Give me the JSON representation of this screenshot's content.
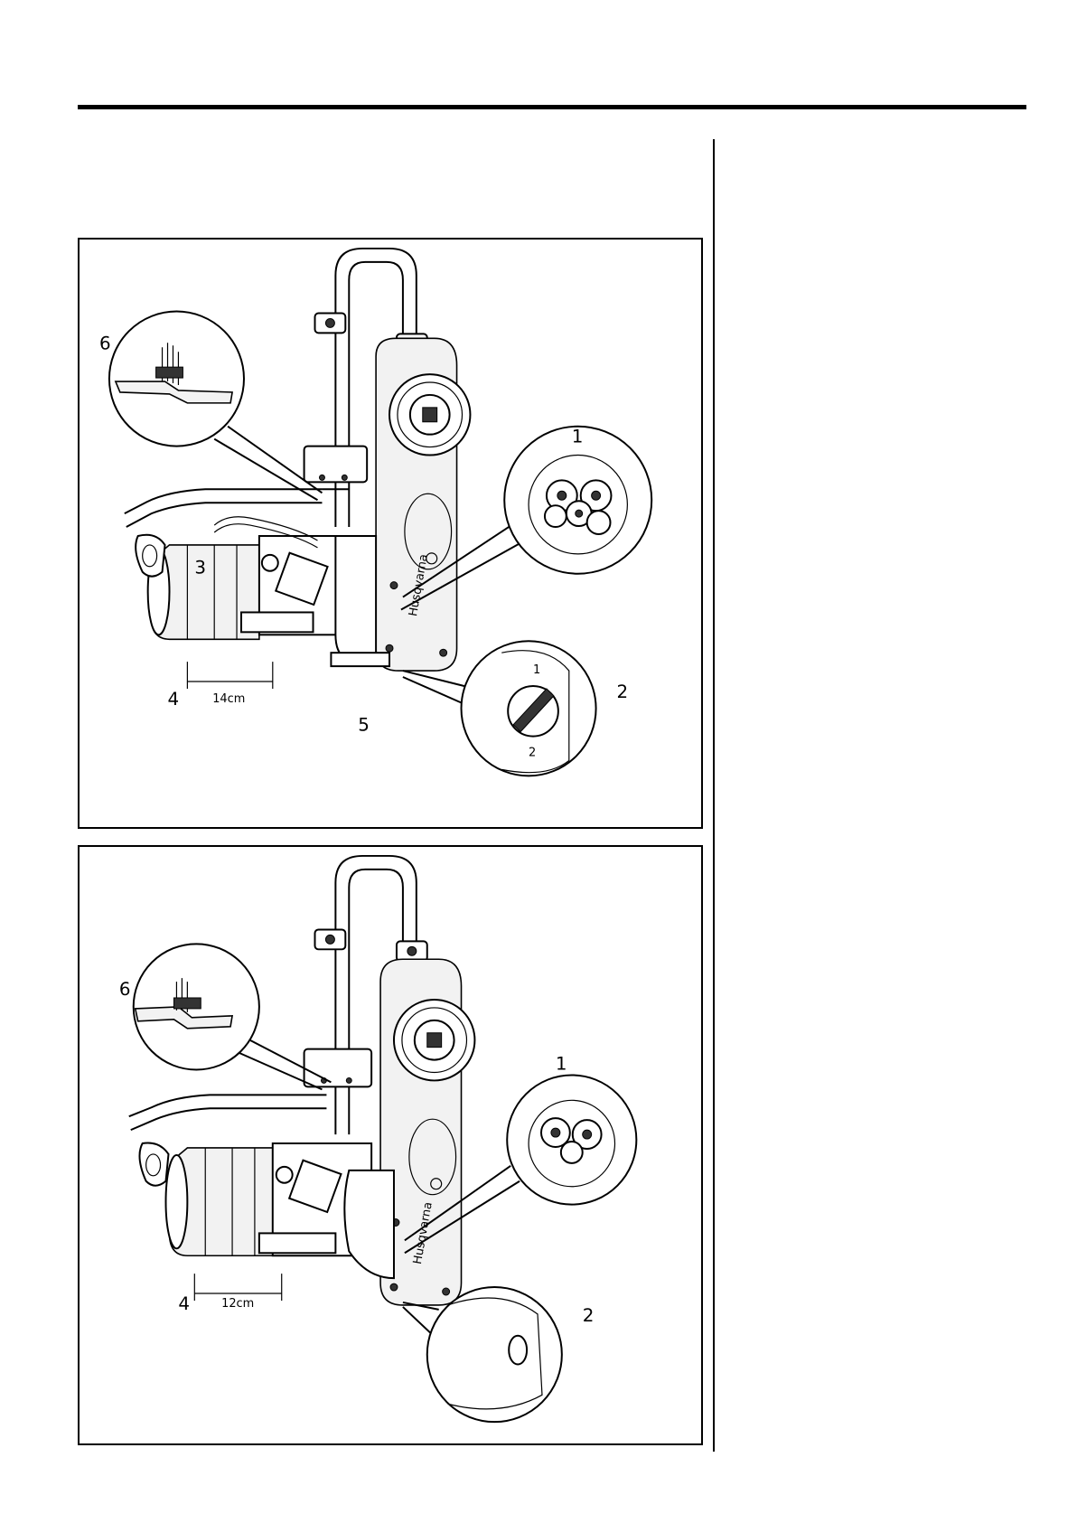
{
  "figure1": {
    "callouts": {
      "c1": "1",
      "c2": "2",
      "c3": "3",
      "c4": "4",
      "c5": "5",
      "c6": "6"
    },
    "dimension": "14cm",
    "brand": "Husqvarna",
    "dial_marks": {
      "m1": "1",
      "m2": "2"
    }
  },
  "figure2": {
    "callouts": {
      "c1": "1",
      "c2": "2",
      "c4": "4",
      "c6": "6"
    },
    "dimension": "12cm",
    "brand": "Husqvarna"
  }
}
